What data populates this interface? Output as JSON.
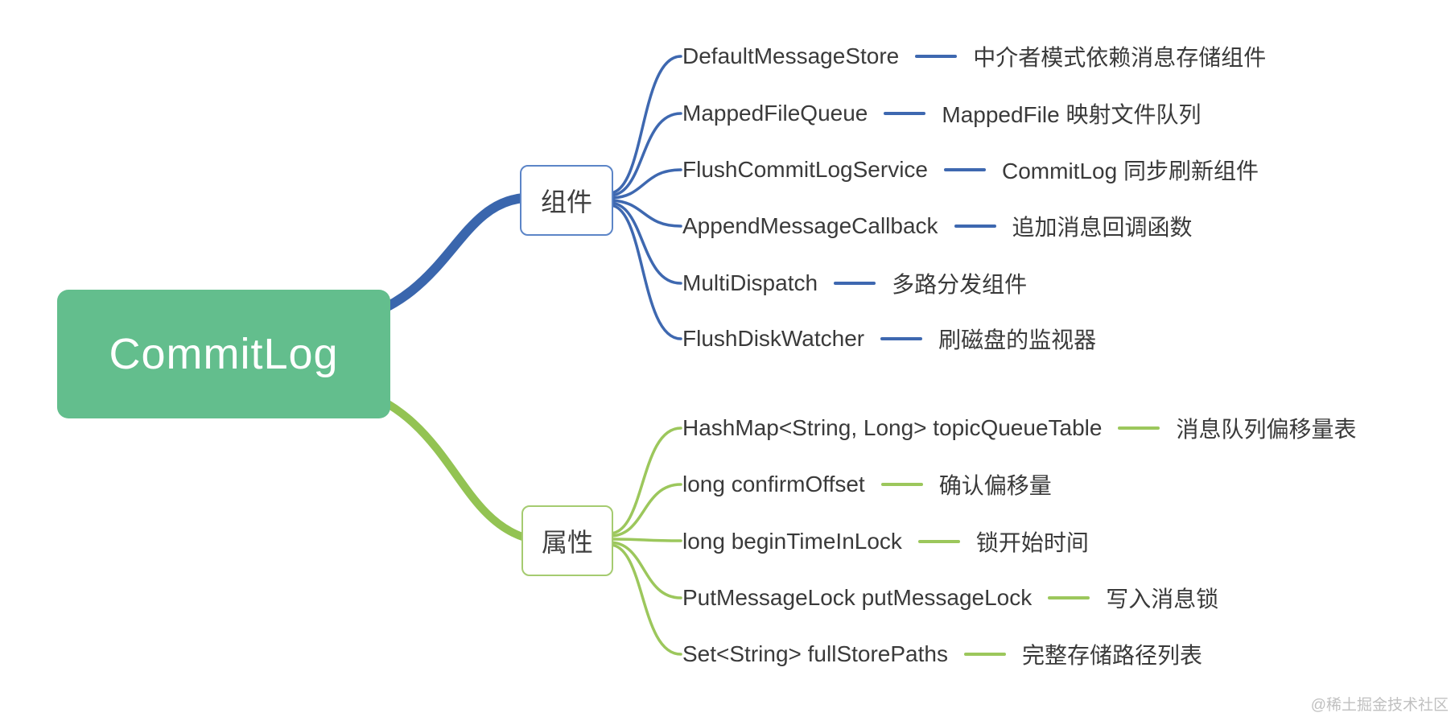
{
  "root": {
    "label": "CommitLog"
  },
  "branches": [
    {
      "label": "组件",
      "color": "#3e68b0",
      "items": [
        {
          "label": "DefaultMessageStore",
          "note": "中介者模式依赖消息存储组件"
        },
        {
          "label": "MappedFileQueue",
          "note": "MappedFile 映射文件队列"
        },
        {
          "label": "FlushCommitLogService",
          "note": "CommitLog 同步刷新组件"
        },
        {
          "label": "AppendMessageCallback",
          "note": "追加消息回调函数"
        },
        {
          "label": "MultiDispatch",
          "note": "多路分发组件"
        },
        {
          "label": "FlushDiskWatcher",
          "note": "刷磁盘的监视器"
        }
      ]
    },
    {
      "label": "属性",
      "color": "#9cc75c",
      "items": [
        {
          "label": "HashMap<String, Long> topicQueueTable",
          "note": "消息队列偏移量表"
        },
        {
          "label": "long confirmOffset",
          "note": "确认偏移量"
        },
        {
          "label": "long beginTimeInLock",
          "note": "锁开始时间"
        },
        {
          "label": "PutMessageLock putMessageLock",
          "note": "写入消息锁"
        },
        {
          "label": "Set<String> fullStorePaths",
          "note": "完整存储路径列表"
        }
      ]
    }
  ],
  "colors": {
    "root_bg": "#63be8d",
    "blue_branch": "#3e68b0",
    "green_branch": "#9cc75c"
  },
  "watermark": "@稀土掘金技术社区"
}
